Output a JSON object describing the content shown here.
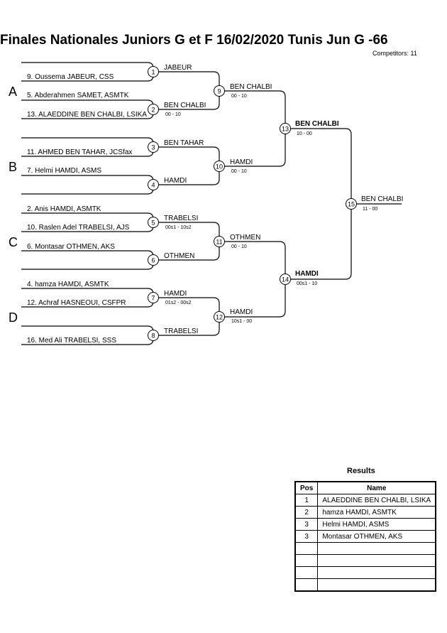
{
  "header": {
    "title": "Finales Nationales Juniors G et F  16/02/2020  Tunis   Jun G -66",
    "competitors": "Competitors: 11"
  },
  "pools": [
    "A",
    "B",
    "C",
    "D"
  ],
  "entries": [
    "9. Oussema JABEUR, CSS",
    "5. Abderahmen SAMET, ASMTK",
    "13. ALAEDDINE BEN CHALBI, LSIKA",
    "11. AHMED BEN TAHAR, JCSfax",
    "7. Helmi HAMDI, ASMS",
    "2. Anis HAMDI, ASMTK",
    "10. Raslen Adel TRABELSI, AJS",
    "6. Montasar OTHMEN, AKS",
    "4. hamza HAMDI, ASMTK",
    "12. Achraf HASNEOUI, CSFPR",
    "16. Med Ali TRABELSI, SSS"
  ],
  "matches": [
    {
      "num": "1",
      "winner": "JABEUR",
      "score": ""
    },
    {
      "num": "2",
      "winner": "BEN CHALBI",
      "score": "00 - 10"
    },
    {
      "num": "3",
      "winner": "BEN TAHAR",
      "score": ""
    },
    {
      "num": "4",
      "winner": "HAMDI",
      "score": ""
    },
    {
      "num": "5",
      "winner": "TRABELSI",
      "score": "00s1 - 10s2"
    },
    {
      "num": "6",
      "winner": "OTHMEN",
      "score": ""
    },
    {
      "num": "7",
      "winner": "HAMDI",
      "score": "01s2 - 00s2"
    },
    {
      "num": "8",
      "winner": "TRABELSI",
      "score": ""
    },
    {
      "num": "9",
      "winner": "BEN CHALBI",
      "score": "00 - 10"
    },
    {
      "num": "10",
      "winner": "HAMDI",
      "score": "00 - 10"
    },
    {
      "num": "11",
      "winner": "OTHMEN",
      "score": "00 - 10"
    },
    {
      "num": "12",
      "winner": "HAMDI",
      "score": "10s1 - 00"
    },
    {
      "num": "13",
      "winner": "BEN CHALBI",
      "score": "10 - 00"
    },
    {
      "num": "14",
      "winner": "HAMDI",
      "score": "00s1 - 10"
    },
    {
      "num": "15",
      "winner": "BEN CHALBI",
      "score": "11 - 00"
    }
  ],
  "results": {
    "title": "Results",
    "headers": {
      "pos": "Pos",
      "name": "Name"
    },
    "rows": [
      {
        "pos": "1",
        "name": "ALAEDDINE BEN CHALBI, LSIKA"
      },
      {
        "pos": "2",
        "name": "hamza HAMDI, ASMTK"
      },
      {
        "pos": "3",
        "name": "Helmi HAMDI, ASMS"
      },
      {
        "pos": "3",
        "name": "Montasar OTHMEN, AKS"
      },
      {
        "pos": "",
        "name": ""
      },
      {
        "pos": "",
        "name": ""
      },
      {
        "pos": "",
        "name": ""
      },
      {
        "pos": "",
        "name": ""
      }
    ]
  }
}
